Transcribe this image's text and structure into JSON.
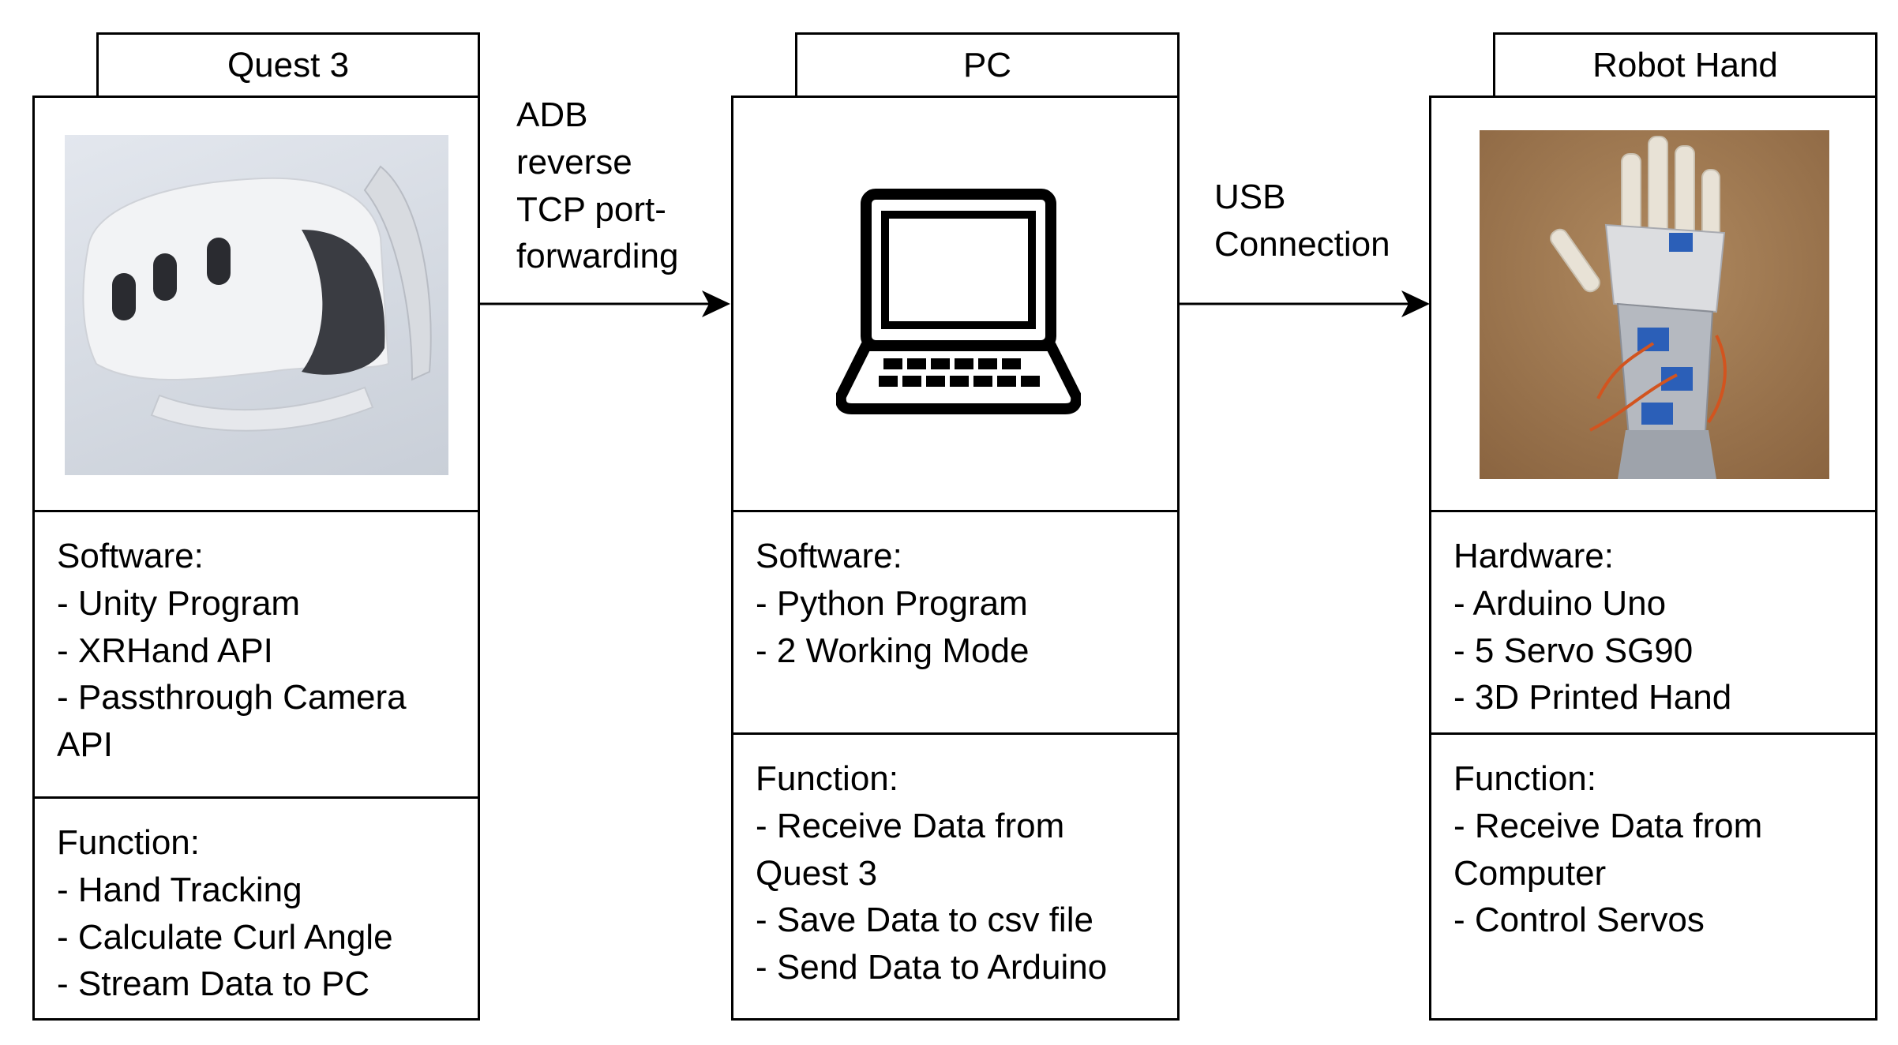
{
  "blocks": {
    "quest": {
      "title": "Quest 3",
      "software_heading": "Software:",
      "software_items": [
        "- Unity Program",
        "- XRHand API",
        "- Passthrough Camera API"
      ],
      "function_heading": "Function:",
      "function_items": [
        "- Hand Tracking",
        "- Calculate Curl Angle",
        "- Stream Data to PC"
      ]
    },
    "pc": {
      "title": "PC",
      "software_heading": "Software:",
      "software_items": [
        "- Python Program",
        "- 2 Working Mode"
      ],
      "function_heading": "Function:",
      "function_items": [
        "- Receive Data from Quest 3",
        "- Save Data to csv file",
        "- Send Data to Arduino"
      ]
    },
    "robot": {
      "title": "Robot Hand",
      "hardware_heading": "Hardware:",
      "hardware_items": [
        "- Arduino Uno",
        "- 5 Servo SG90",
        "- 3D Printed Hand"
      ],
      "function_heading": "Function:",
      "function_items": [
        "- Receive Data from Computer",
        "- Control Servos"
      ]
    }
  },
  "edges": {
    "quest_to_pc": [
      "ADB",
      "reverse",
      "TCP port-",
      "forwarding"
    ],
    "pc_to_robot": [
      "USB",
      "Connection"
    ]
  },
  "icons": {
    "quest_image": "vr-headset-image",
    "pc_image": "laptop-icon",
    "robot_image": "robot-hand-photo"
  },
  "colors": {
    "line": "#000000",
    "background": "#ffffff",
    "robot_photo_bg": "#9a7148"
  }
}
